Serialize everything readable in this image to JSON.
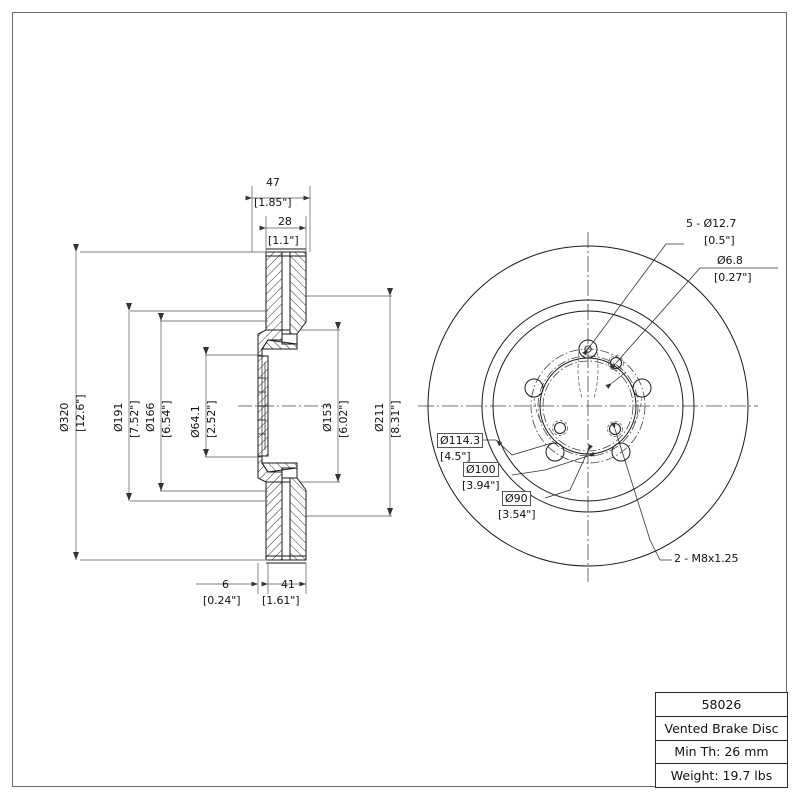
{
  "drawing": {
    "type": "engineering-drawing",
    "subject": "Vented Brake Disc / Rotor",
    "units_note": "millimeters with [inches] in brackets"
  },
  "title_block": {
    "part_number": "58026",
    "description": "Vented Brake Disc",
    "min_thickness": "Min Th: 26 mm",
    "weight": "Weight: 19.7 lbs"
  },
  "section_view": {
    "name": "cross-section-side-view",
    "top_dims": [
      {
        "mm": "47",
        "inch": "[1.85\"]"
      },
      {
        "mm": "28",
        "inch": "[1.1\"]"
      }
    ],
    "bottom_dims": [
      {
        "mm": "6",
        "inch": "[0.24\"]"
      },
      {
        "mm": "41",
        "inch": "[1.61\"]"
      }
    ],
    "left_dims": [
      {
        "mm": "Ø320",
        "inch": "[12.6\"]"
      },
      {
        "mm": "Ø191",
        "inch": "[7.52\"]"
      },
      {
        "mm": "Ø166",
        "inch": "[6.54\"]"
      },
      {
        "mm": "Ø64.1",
        "inch": "[2.52\"]"
      }
    ],
    "right_dims": [
      {
        "mm": "Ø153",
        "inch": "[6.02\"]"
      },
      {
        "mm": "Ø211",
        "inch": "[8.31\"]"
      }
    ]
  },
  "face_view": {
    "name": "front-face-view",
    "callouts": [
      {
        "id": "lug-holes",
        "line1": "5 - Ø12.7",
        "line2": "[0.5\"]",
        "boxed": false
      },
      {
        "id": "small-hole",
        "line1": "Ø6.8",
        "line2": "[0.27\"]",
        "boxed": false
      },
      {
        "id": "bolt-circle",
        "line1": "Ø114.3",
        "line2": "[4.5\"]",
        "boxed": true
      },
      {
        "id": "pilot-outer",
        "line1": "Ø100",
        "line2": "[3.94\"]",
        "boxed": true
      },
      {
        "id": "pilot-inner",
        "line1": "Ø90",
        "line2": "[3.54\"]",
        "boxed": true
      },
      {
        "id": "threaded-holes",
        "line1": "2 - M8x1.25",
        "line2": "",
        "boxed": false
      }
    ]
  },
  "colors": {
    "line": "#1a1a1a",
    "border": "#6b6b6b",
    "dim": "#555555",
    "text": "#111111",
    "background": "#ffffff"
  }
}
